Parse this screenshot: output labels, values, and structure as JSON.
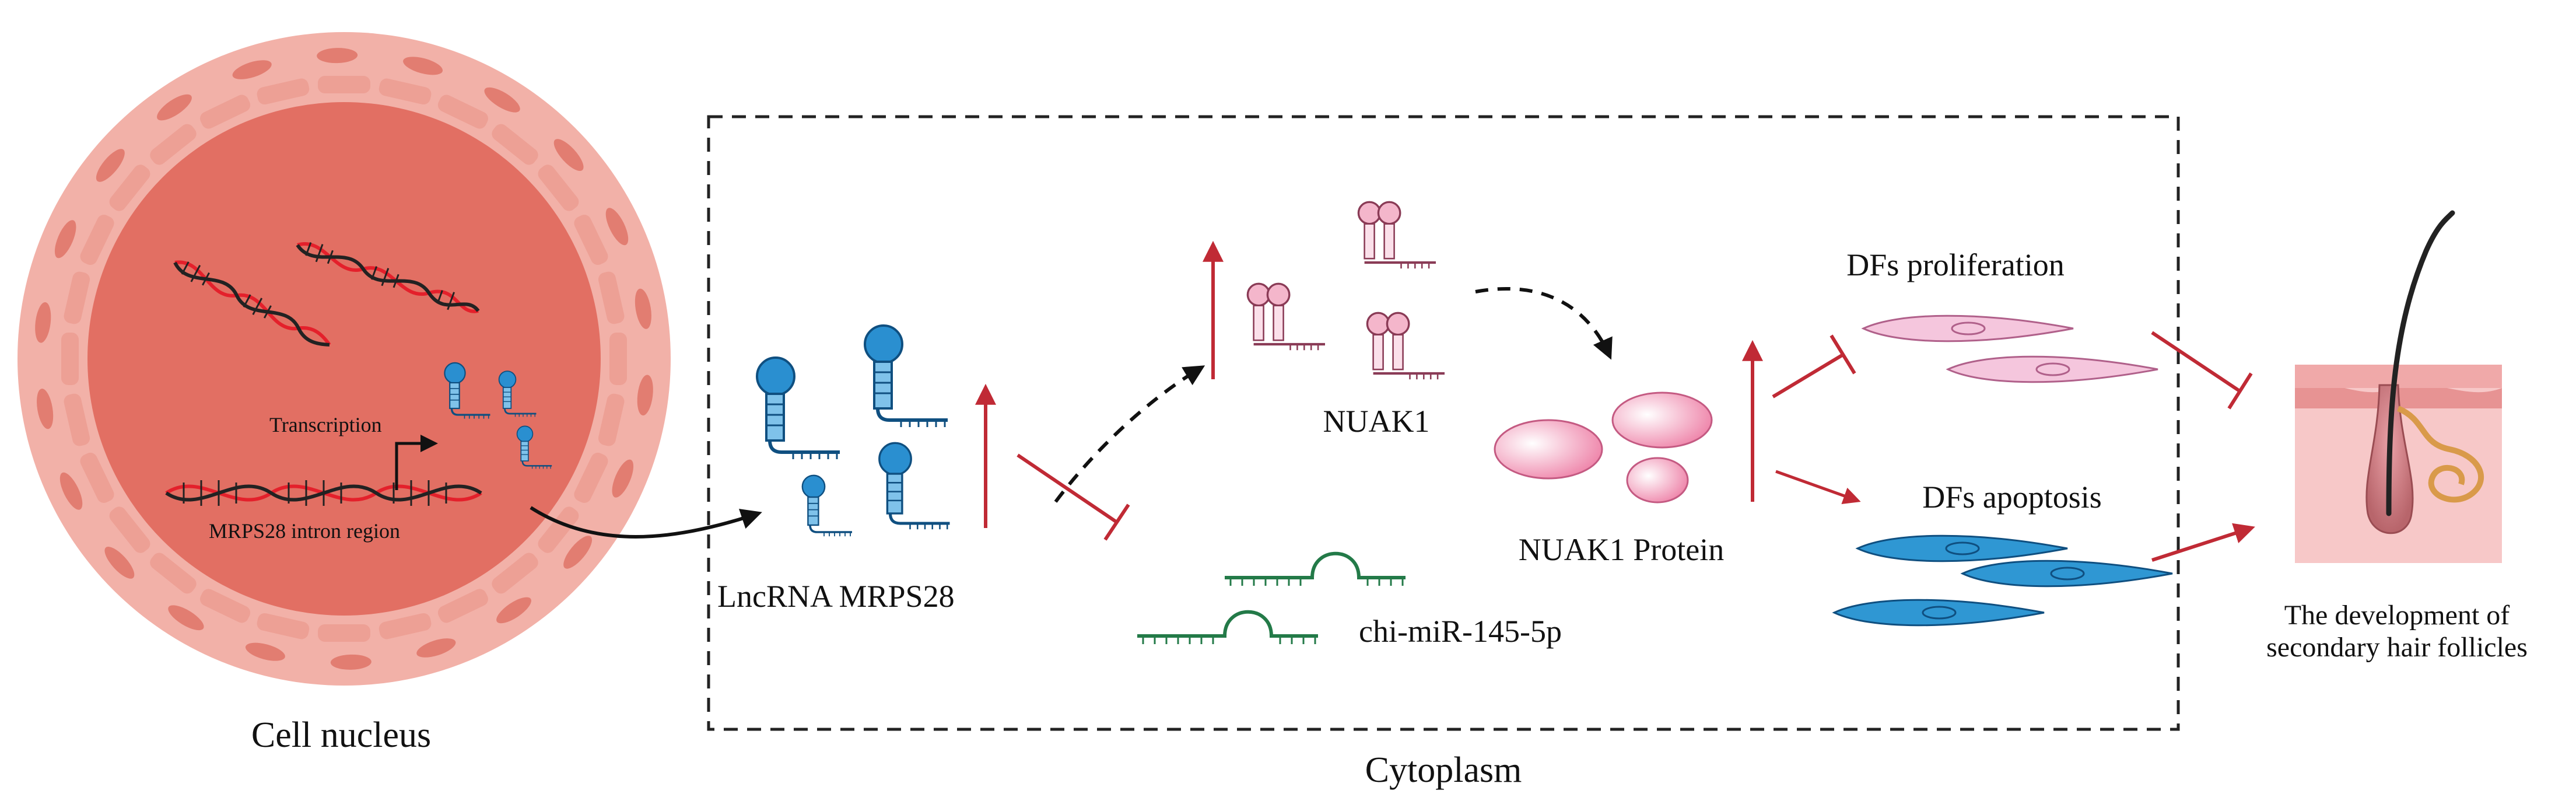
{
  "labels": {
    "nucleus": "Cell nucleus",
    "transcription": "Transcription",
    "intron": "MRPS28 intron region",
    "lncrna": "LncRNA MRPS28",
    "nuak1": "NUAK1",
    "mirna": "chi-miR-145-5p",
    "protein": "NUAK1 Protein",
    "proliferation": "DFs proliferation",
    "apoptosis": "DFs apoptosis",
    "development_line1": "The development of",
    "development_line2": "secondary hair follicles",
    "cytoplasm": "Cytoplasm"
  },
  "colors": {
    "nucleus_outer": "#f2b1a8",
    "nucleus_inner": "#e26f63",
    "envelope_segment": "#eda095",
    "lncrna_blue": "#2a8fd0",
    "mrna_pink": "#f4b6cb",
    "mirna_green": "#237a48",
    "arrow_red": "#c02a35",
    "df_pink_cell": "#f5c6dd",
    "df_blue_cell": "#2f97d3",
    "skin": "#f7c8c8"
  }
}
